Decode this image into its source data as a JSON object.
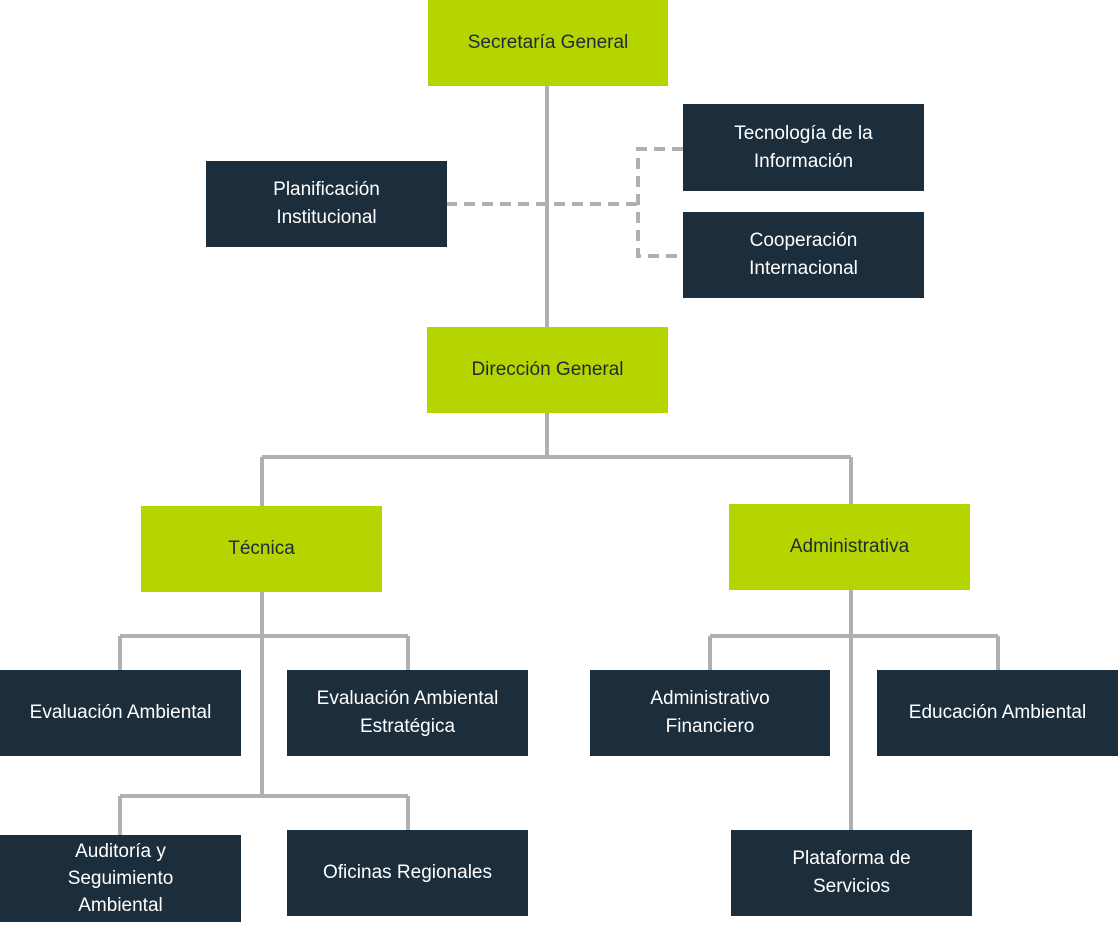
{
  "colors": {
    "primary_box": "#b5d400",
    "secondary_box": "#1c2d3b",
    "connector": "#b0b0b0"
  },
  "nodes": {
    "secretaria_general": "Secretaría General",
    "planificacion": "Planificación\nInstitucional",
    "tecnologia": "Tecnología de la\nInformación",
    "cooperacion": "Cooperación\nInternacional",
    "direccion_general": "Dirección General",
    "tecnica": "Técnica",
    "administrativa": "Administrativa",
    "evaluacion_ambiental": "Evaluación Ambiental",
    "evaluacion_estrategica": "Evaluación Ambiental\nEstratégica",
    "auditoria": "Auditoría y\nSeguimiento\nAmbiental",
    "oficinas_regionales": "Oficinas Regionales",
    "administrativo_financiero": "Administrativo\nFinanciero",
    "educacion_ambiental": "Educación Ambiental",
    "plataforma_servicios": "Plataforma de\nServicios"
  }
}
